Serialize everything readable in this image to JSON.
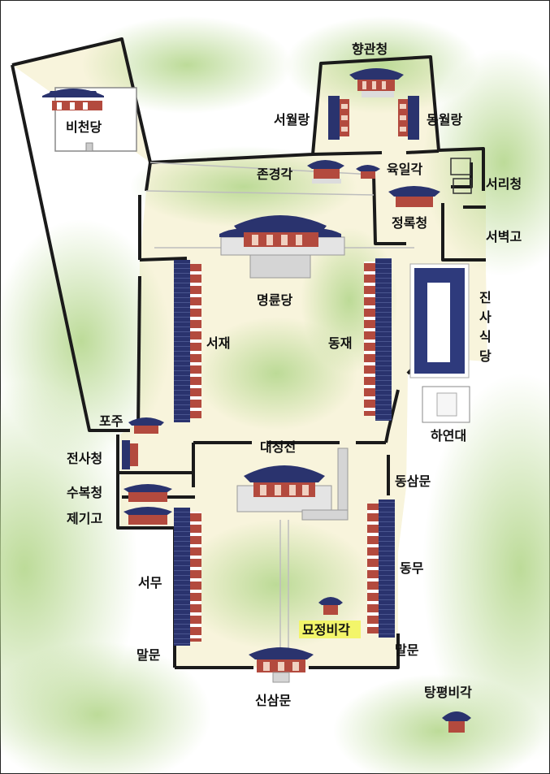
{
  "colors": {
    "ground": "#f8f4dc",
    "grass": "#c7e0a6",
    "wall": "#1a1a1a",
    "roof": "#2a336e",
    "pillar": "#b34a3e",
    "terrace": "#d5d5d5",
    "pond": "#2e3a7c",
    "highlight": "#f3f56a"
  },
  "labels": {
    "hyanggwancheong": "향관청",
    "seowollang": "서월랑",
    "dongwollang": "동월랑",
    "bicheondang": "비천당",
    "jongyeonggak": "존경각",
    "yugilgak": "육일각",
    "seoricheong": "서리청",
    "jeongnokcheong": "정록청",
    "seobyeokgo": "서벽고",
    "myeongnyundang": "명륜당",
    "seojae": "서재",
    "dongjae": "동재",
    "jinsa": "진",
    "jinsa_2": "사",
    "jinsa_3": "식",
    "jinsa_4": "당",
    "hayeondae": "하연대",
    "poju": "포주",
    "daeseongjeon": "대성전",
    "jeonsacheong": "전사청",
    "dongsammun": "동삼문",
    "subokcheong": "수복청",
    "jegigo": "제기고",
    "seomu": "서무",
    "dongmu": "동무",
    "myojeongbigak": "묘정비각",
    "malmun_west": "말문",
    "malmun_east": "말문",
    "sinsammun": "신삼문",
    "tangpyeongbigak": "탕평비각"
  }
}
